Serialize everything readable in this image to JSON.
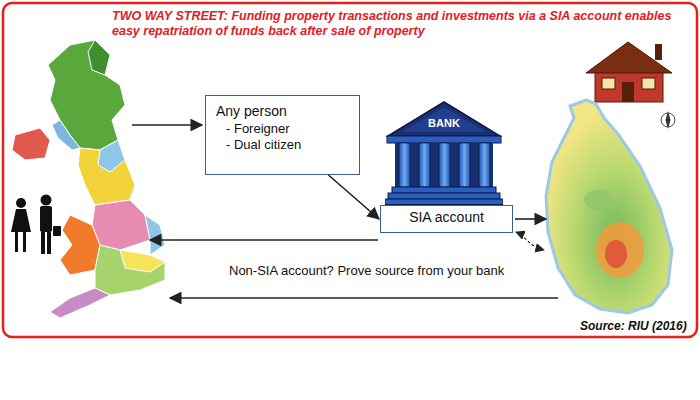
{
  "diagram": {
    "title": "TWO WAY STREET: Funding property transactions and investments via a SIA account enables easy repatriation of funds back after sale of property",
    "nodes": [
      {
        "text": [
          "Any person",
          "- Foreigner",
          "- Dual citizen"
        ]
      },
      {
        "text": [
          "BANK"
        ]
      },
      {
        "text": [
          "SIA account"
        ]
      }
    ],
    "edges": [
      {
        "from": 0,
        "to": 2,
        "arrow": "to"
      }
    ],
    "labels": [
      "Non-SIA account? Prove source from your bank",
      "Source: RIU (2016)"
    ]
  }
}
